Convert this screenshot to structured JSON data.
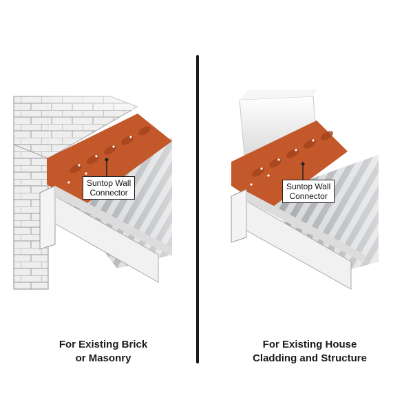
{
  "callout_label": [
    "Suntop Wall",
    "Connector"
  ],
  "left_caption": [
    "For Existing Brick",
    "or Masonry"
  ],
  "right_caption": [
    "For Existing House",
    "Cladding and Structure"
  ],
  "colors": {
    "connector": "#c3582b",
    "roof": "#b9bcc0",
    "brick": "#e6e6e6",
    "divider": "#1a1a1a"
  }
}
